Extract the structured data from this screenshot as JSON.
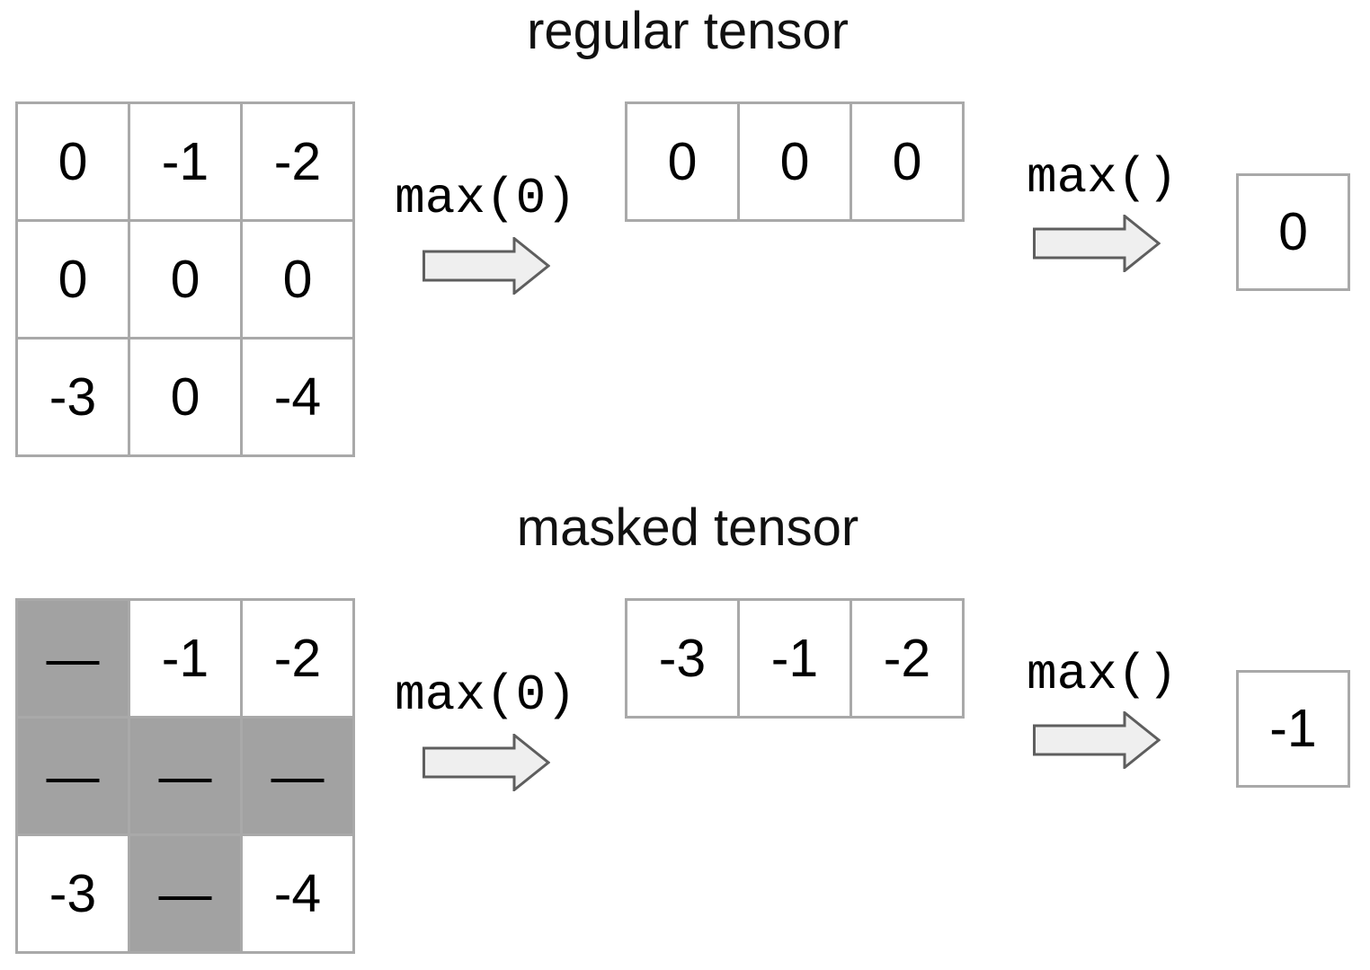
{
  "colors": {
    "grid_line": "#a9a9a9",
    "mask_fill": "#a2a2a2",
    "arrow_fill": "#efefef",
    "arrow_stroke": "#5e5e5e",
    "text": "#000000"
  },
  "sections": [
    {
      "id": "regular",
      "title": "regular tensor",
      "matrix": {
        "rows": [
          [
            "0",
            "-1",
            "-2"
          ],
          [
            "0",
            "0",
            "0"
          ],
          [
            "-3",
            "0",
            "-4"
          ]
        ],
        "mask": [
          [
            0,
            0,
            0
          ],
          [
            0,
            0,
            0
          ],
          [
            0,
            0,
            0
          ]
        ]
      },
      "step1_label": "max(0)",
      "row_result": [
        "0",
        "0",
        "0"
      ],
      "step2_label": "max()",
      "final_result": "0"
    },
    {
      "id": "masked",
      "title": "masked tensor",
      "matrix": {
        "rows": [
          [
            "—",
            "-1",
            "-2"
          ],
          [
            "—",
            "—",
            "—"
          ],
          [
            "-3",
            "—",
            "-4"
          ]
        ],
        "mask": [
          [
            1,
            0,
            0
          ],
          [
            1,
            1,
            1
          ],
          [
            0,
            1,
            0
          ]
        ]
      },
      "step1_label": "max(0)",
      "row_result": [
        "-3",
        "-1",
        "-2"
      ],
      "step2_label": "max()",
      "final_result": "-1"
    }
  ]
}
